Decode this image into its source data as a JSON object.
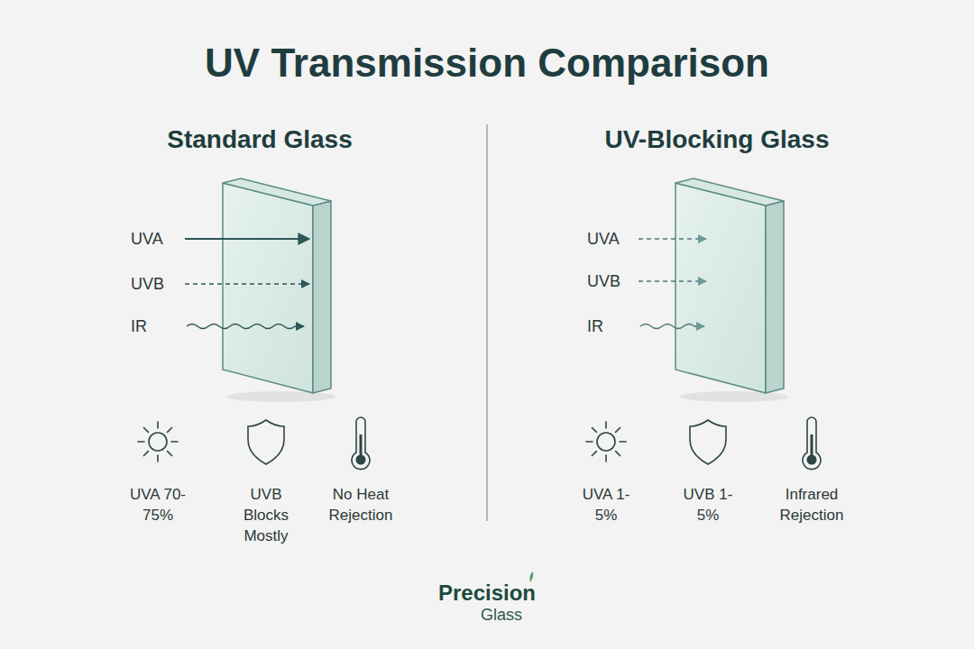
{
  "diagram": {
    "title": "UV Transmission Comparison",
    "labels": [
      "Standard Glass",
      "UVA",
      "UVB",
      "IR",
      "UVA 70-75%",
      "UVB Blocks Mostly",
      "No Heat Rejection",
      "UV-Blocking Glass",
      "UVA",
      "UVB",
      "IR",
      "UVA 1-5%",
      "UVB 1-5%",
      "Infrared Rejection",
      "Precision",
      "Glass"
    ]
  }
}
